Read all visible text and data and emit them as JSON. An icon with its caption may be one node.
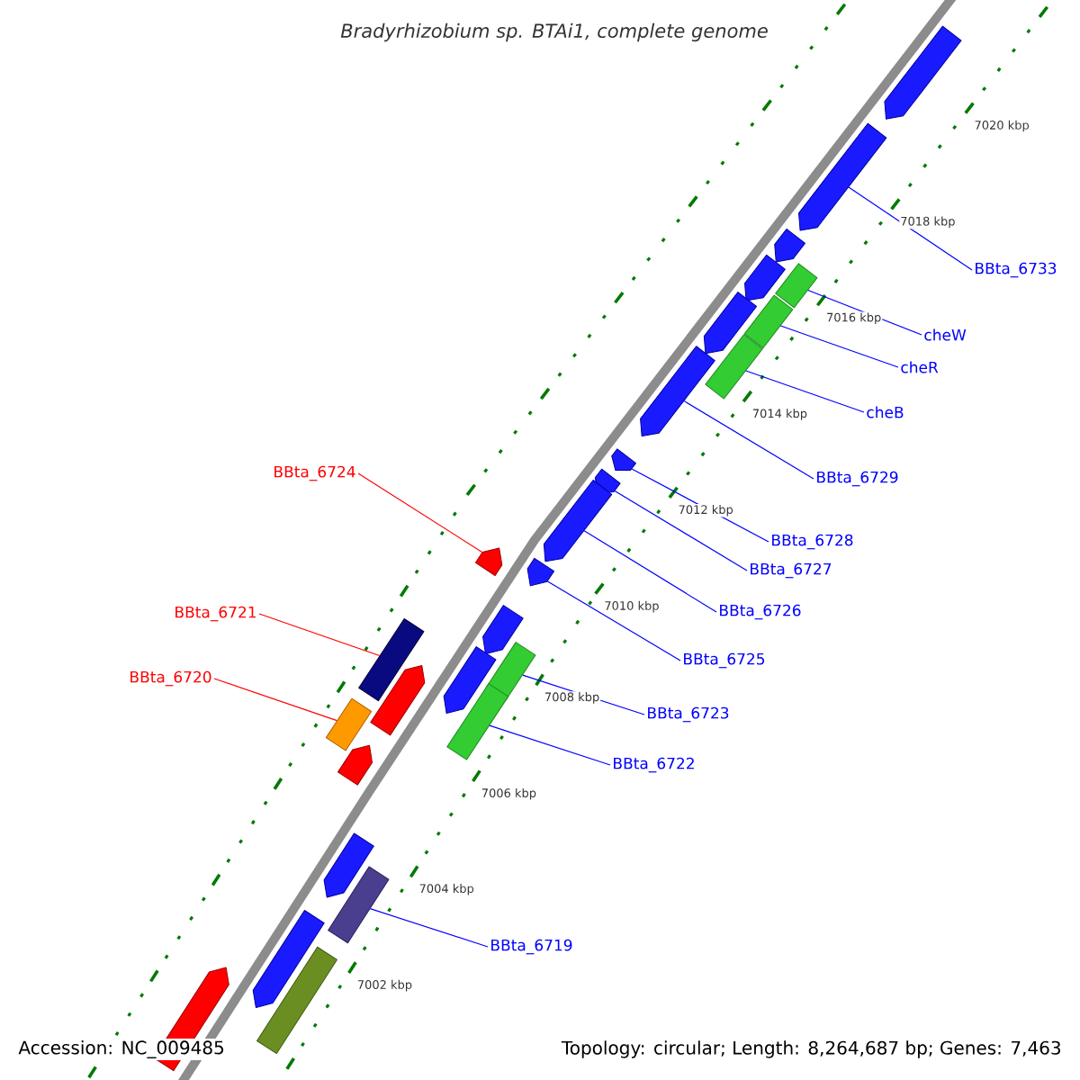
{
  "diagram": {
    "title": "Bradyrhizobium sp. BTAi1, complete genome",
    "nodes": [
      {
        "text": [
          "BBta_6724"
        ]
      },
      {
        "text": [
          "BBta_6721"
        ]
      },
      {
        "text": [
          "BBta_6720"
        ]
      },
      {
        "text": [
          "BBta_6733"
        ]
      },
      {
        "text": [
          "cheW"
        ]
      },
      {
        "text": [
          "cheR"
        ]
      },
      {
        "text": [
          "cheB"
        ]
      },
      {
        "text": [
          "BBta_6729"
        ]
      },
      {
        "text": [
          "BBta_6728"
        ]
      },
      {
        "text": [
          "BBta_6727"
        ]
      },
      {
        "text": [
          "BBta_6726"
        ]
      },
      {
        "text": [
          "BBta_6725"
        ]
      },
      {
        "text": [
          "BBta_6723"
        ]
      },
      {
        "text": [
          "BBta_6722"
        ]
      },
      {
        "text": [
          "BBta_6719"
        ]
      },
      {
        "text": [],
        "shape": "pentagon"
      },
      {
        "text": [],
        "shape": "pentagon"
      },
      {
        "text": [],
        "shape": "pentagon"
      },
      {
        "text": [],
        "shape": "pentagon"
      },
      {
        "text": [],
        "shape": "box"
      },
      {
        "text": [],
        "shape": "box"
      },
      {
        "text": [],
        "shape": "box"
      },
      {
        "text": [],
        "shape": "pentagon"
      },
      {
        "text": [],
        "shape": "pentagon"
      },
      {
        "text": [],
        "shape": "pentagon"
      },
      {
        "text": [],
        "shape": "pentagon"
      },
      {
        "text": [],
        "shape": "pentagon"
      },
      {
        "text": [],
        "shape": "pentagon"
      },
      {
        "text": [],
        "shape": "pentagon"
      },
      {
        "text": [],
        "shape": "pentagon"
      },
      {
        "text": [],
        "shape": "box"
      },
      {
        "text": [],
        "shape": "pentagon"
      },
      {
        "text": [],
        "shape": "box"
      },
      {
        "text": [],
        "shape": "pentagon"
      },
      {
        "text": [],
        "shape": "box"
      },
      {
        "text": [],
        "shape": "box"
      },
      {
        "text": [],
        "shape": "pentagon"
      },
      {
        "text": [],
        "shape": "pentagon"
      },
      {
        "text": [],
        "shape": "box"
      },
      {
        "text": [],
        "shape": "pentagon"
      },
      {
        "text": [],
        "shape": "box"
      },
      {
        "text": [],
        "shape": "pentagon"
      }
    ],
    "edges": [
      {
        "from": 0,
        "to": 28,
        "arrow": "none",
        "color": "#ff0000"
      },
      {
        "from": 1,
        "to": 34,
        "arrow": "none",
        "color": "#ff0000"
      },
      {
        "from": 2,
        "to": 35,
        "arrow": "none",
        "color": "#ff0000"
      },
      {
        "from": 3,
        "to": 16,
        "arrow": "none"
      },
      {
        "from": 4,
        "to": 19,
        "arrow": "none"
      },
      {
        "from": 5,
        "to": 20,
        "arrow": "none"
      },
      {
        "from": 6,
        "to": 21,
        "arrow": "none"
      },
      {
        "from": 7,
        "to": 23,
        "arrow": "none"
      },
      {
        "from": 8,
        "to": 24,
        "arrow": "none"
      },
      {
        "from": 9,
        "to": 25,
        "arrow": "none"
      },
      {
        "from": 10,
        "to": 26,
        "arrow": "none"
      },
      {
        "from": 11,
        "to": 27,
        "arrow": "none"
      },
      {
        "from": 12,
        "to": 30,
        "arrow": "none"
      },
      {
        "from": 13,
        "to": 32,
        "arrow": "none"
      },
      {
        "from": 14,
        "to": 38,
        "arrow": "none"
      }
    ],
    "labels": [
      "7020 kbp",
      "7018 kbp",
      "7016 kbp",
      "7014 kbp",
      "7012 kbp",
      "7010 kbp",
      "7008 kbp",
      "7006 kbp",
      "7004 kbp",
      "7002 kbp",
      "Accession: NC_009485",
      "Topology: circular; Length: 8,264,687 bp; Genes: 7,463"
    ]
  }
}
